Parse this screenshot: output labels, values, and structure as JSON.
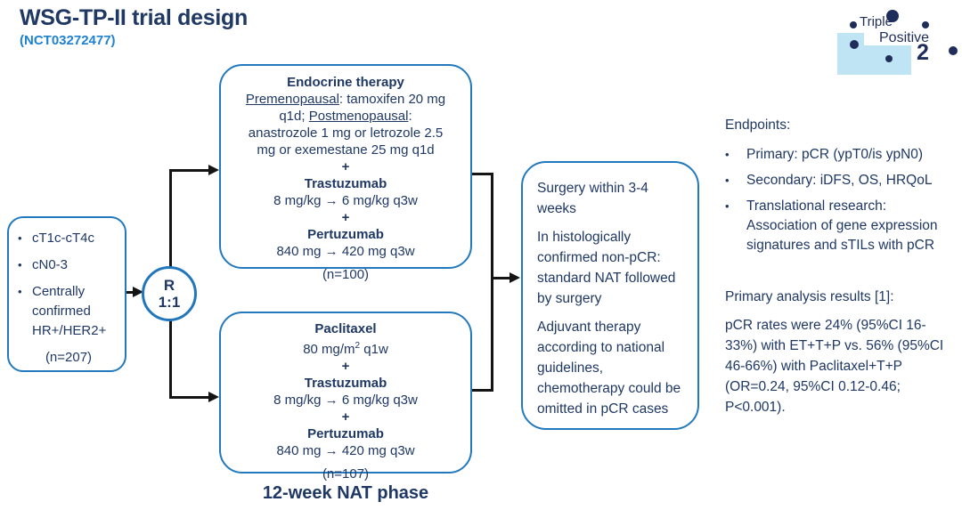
{
  "header": {
    "title": "WSG-TP-II trial design",
    "nct": "(NCT03272477)"
  },
  "logo": {
    "word1": "Triple",
    "word2": "Positive",
    "number": "2"
  },
  "icons": {
    "bullet": "•"
  },
  "colors": {
    "navy_text": "#1f3864",
    "nct_blue": "#1e81d2",
    "box_border_blue": "#2279bd",
    "logo_light_blue": "#bfe4f3",
    "connector_black": "#141414"
  },
  "eligibility": {
    "bullets": [
      "cT1c-cT4c",
      "cN0-3",
      "Centrally confirmed HR+/HER2+"
    ],
    "n_label": "(n=207)"
  },
  "randomizer": {
    "letter": "R",
    "ratio": "1:1"
  },
  "arm_endocrine": {
    "title": "Endocrine therapy",
    "line1_u": "Premenopausal",
    "line1_rest": ": tamoxifen 20 mg",
    "line2_pre": "q1d; ",
    "line2_u": "Postmenopausal",
    "line2_rest": ":",
    "line3": "anastrozole 1 mg or letrozole 2.5",
    "line4": "mg or exemestane 25 mg q1d",
    "plus1": "+",
    "drug1": "Trastuzumab",
    "drug1_dose": "8 mg/kg → 6 mg/kg q3w",
    "plus2": "+",
    "drug2": "Pertuzumab",
    "drug2_dose": "840 mg → 420 mg q3w",
    "n_label": "(n=100)"
  },
  "arm_paclitaxel": {
    "drug0": "Paclitaxel",
    "drug0_dose_pre": "80 mg/m",
    "drug0_dose_sup": "2",
    "drug0_dose_post": " q1w",
    "plus1": "+",
    "drug1": "Trastuzumab",
    "drug1_dose": "8 mg/kg → 6 mg/kg q3w",
    "plus2": "+",
    "drug2": "Pertuzumab",
    "drug2_dose": "840 mg → 420 mg q3w",
    "n_label": "(n=107)"
  },
  "surgery": {
    "p1": "Surgery within 3-4 weeks",
    "p2": "In histologically confirmed non-pCR: standard NAT followed by surgery",
    "p3": "Adjuvant therapy according to national guidelines, chemotherapy could be omitted in pCR cases"
  },
  "nat_label": "12-week NAT phase",
  "endpoints": {
    "title": "Endpoints:",
    "items": [
      "Primary: pCR (ypT0/is ypN0)",
      "Secondary: iDFS, OS, HRQoL",
      "Translational research: Association of gene expression signatures and sTILs with pCR"
    ]
  },
  "results": {
    "title": "Primary analysis results [1]:",
    "body": "pCR rates were 24% (95%CI 16-33%) with ET+T+P vs. 56% (95%CI 46-66%) with Paclitaxel+T+P (OR=0.24, 95%CI 0.12-0.46; P<0.001)."
  }
}
